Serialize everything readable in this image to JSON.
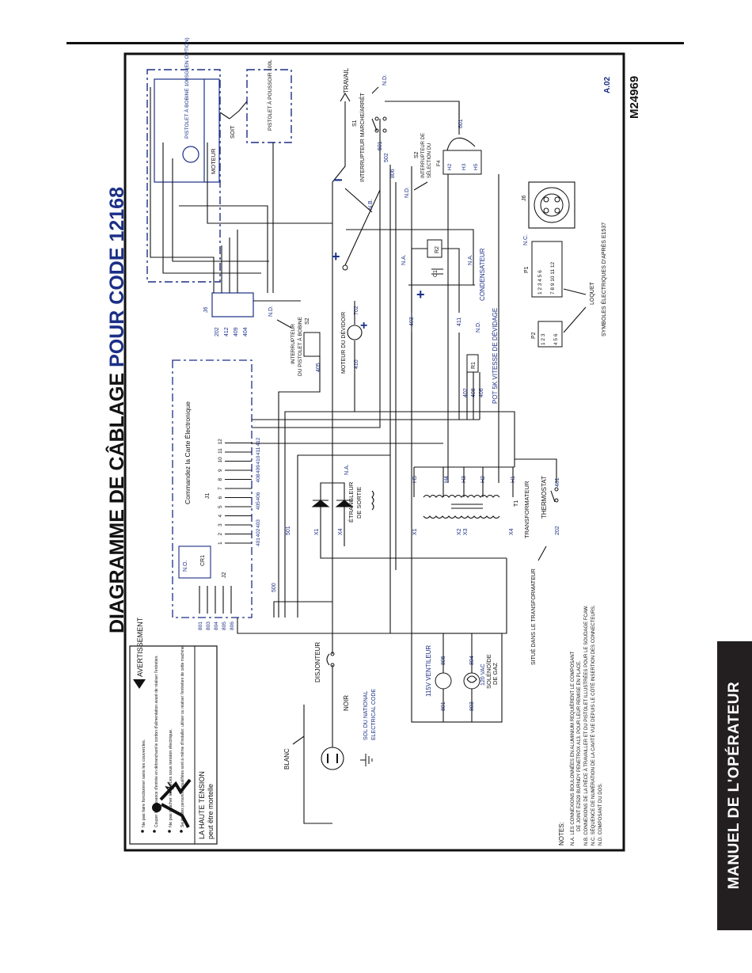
{
  "header": {
    "title_black": "DIAGRAMME DE CÂBLAGE ",
    "title_blue": "POUR CODE 12168"
  },
  "side_tab": {
    "label": "MANUEL DE L'OPÉRATEUR"
  },
  "drawing_id": "M24969",
  "revision": "A.02",
  "warning": {
    "heading": "AVERTISSEMENT",
    "voltage_line1": "LA HAUTE TENSION",
    "voltage_line2": "peut être mortelle",
    "bullets": [
      "Ne pas faire fonctionner sans les couvercles.",
      "Couper la puissance d'entrée en débranchant le cordon d'alimentation avant de réaliser l'entretien.",
      "Ne pas toucher les pièces sous tension électrique.",
      "Seules des personnes qualifiées sont à même d'installer, utiliser ou réaliser l'entretien de cette machine."
    ]
  },
  "labels": {
    "gun_spool": "PISTOLET À BOBINE 100SG (EN OPTION)",
    "motor": "MOTEUR",
    "gun_push": "PISTOLET À POUSSOIR 100L",
    "soit": "SOIT",
    "travail": "TRAVAIL",
    "nd": "N.D.",
    "na": "N.A.",
    "nb": "N.B.",
    "nc": "N.C.",
    "no": "N.O.",
    "s1": "S1",
    "s1_label": "INTERRUPTEUR MARCHE/ARRÊT",
    "s2": "S2",
    "s2_label_a": "INTERRUPTEUR DE",
    "s2_label_b": "SÉLECTION DU",
    "f4": "F4",
    "j6": "J6",
    "j6_big": "J6",
    "j1": "J1",
    "j2": "J2",
    "cr1": "CR1",
    "p1": "P1",
    "p2": "P2",
    "t1": "T1",
    "r1": "R1",
    "r2": "R2",
    "c1": "C1",
    "minus": "−",
    "plus": "+",
    "pcb": "Commandez la Carte Électronique",
    "spool_switch_a": "INTERRUPTEUR",
    "spool_switch_b": "DU PISTOLET À BOBINE",
    "spool_s2": "S2",
    "feed_motor": "MOTEUR DU DÉVIDOIR",
    "condensateur": "CONDENSATEUR",
    "pot": "POT 5K VITESSE DE DÉVIDAGE",
    "choke_a": "ÉTRANGLEUR",
    "choke_b": "DE SORTIE",
    "transformer": "TRANSFORMATEUR",
    "thermostat": "THERMOSTAT",
    "in_transformer": "SITUÉ DANS LE TRANSFORMATEUR",
    "breaker": "DISJONTEUR",
    "noir": "NOIR",
    "blanc": "BLANC",
    "ground_a": "SOL DU NATIONAL",
    "ground_b": "ELECTRICAL CODE",
    "fan": "115V VENTILEUR",
    "solenoid_a": "120 VAC",
    "solenoid_b": "SOLÉNOÏDE",
    "solenoid_c": "DE GAZ",
    "loquet": "LOQUET",
    "symbols": "SYMBOLES ÉLECTRIQUES D'APRÈS E1537",
    "p1_row1": "1 2 3 4 5 6",
    "p1_row2": "7 8 9 10 11 12",
    "p2_row1": "1 2 3",
    "p2_row2": "4 5 6",
    "x1": "X1",
    "x2": "X2",
    "x3": "X3",
    "x4": "X4",
    "h1": "H1",
    "h2": "H2",
    "h3": "H3",
    "h4": "H4",
    "h5": "H5"
  },
  "wire_numbers": {
    "w202": "202",
    "w412": "412",
    "w409": "409",
    "w404": "404",
    "w403": "403",
    "w411": "411",
    "w410": "410",
    "w405": "405",
    "w702": "702",
    "w402": "402",
    "w408": "408",
    "w406": "406",
    "w401": "401",
    "w501": "501",
    "w502": "502",
    "w500": "500",
    "w601": "601",
    "w806": "806",
    "w801": "801",
    "w803": "803",
    "w804": "804",
    "w805": "805"
  },
  "j1_pins": [
    "1",
    "2",
    "3",
    "4",
    "5",
    "6",
    "7",
    "8",
    "9",
    "10",
    "11",
    "12"
  ],
  "j1_wires": [
    "401",
    "402",
    "403",
    "",
    "405",
    "406",
    "",
    "408",
    "409",
    "410",
    "411",
    "412"
  ],
  "j2_wires": [
    "801",
    "803",
    "804",
    "805",
    "806"
  ],
  "notes": {
    "heading": "NOTES:",
    "lines": [
      "N.A.  LES CONNEXIONS BOULONNÉES EN ALUMINIUM REQUIÈRENT LE COMPOSANT",
      "DE JOINT E2529 BURNDY PENETROX A13. POUR LEUR REMISE EN PLACE.",
      "N.B.  CONNEXIONS DE LA PIÈCE À TRAVAILLER ET DU PISTOLET ILLUSTRÉES POUR LE SOUDAGE FCAW.",
      "N.C.  SÉQUENCE DE NUMÉRATION DE LA CAVITÉ VUE DEPUIS LE CÔTÉ INSERTION DES CONNECTEURS.",
      "N.D.  COMPOSANT DU DOS."
    ]
  },
  "colors": {
    "blue": "#1b2f86",
    "black": "#111111",
    "tab": "#231f20"
  }
}
